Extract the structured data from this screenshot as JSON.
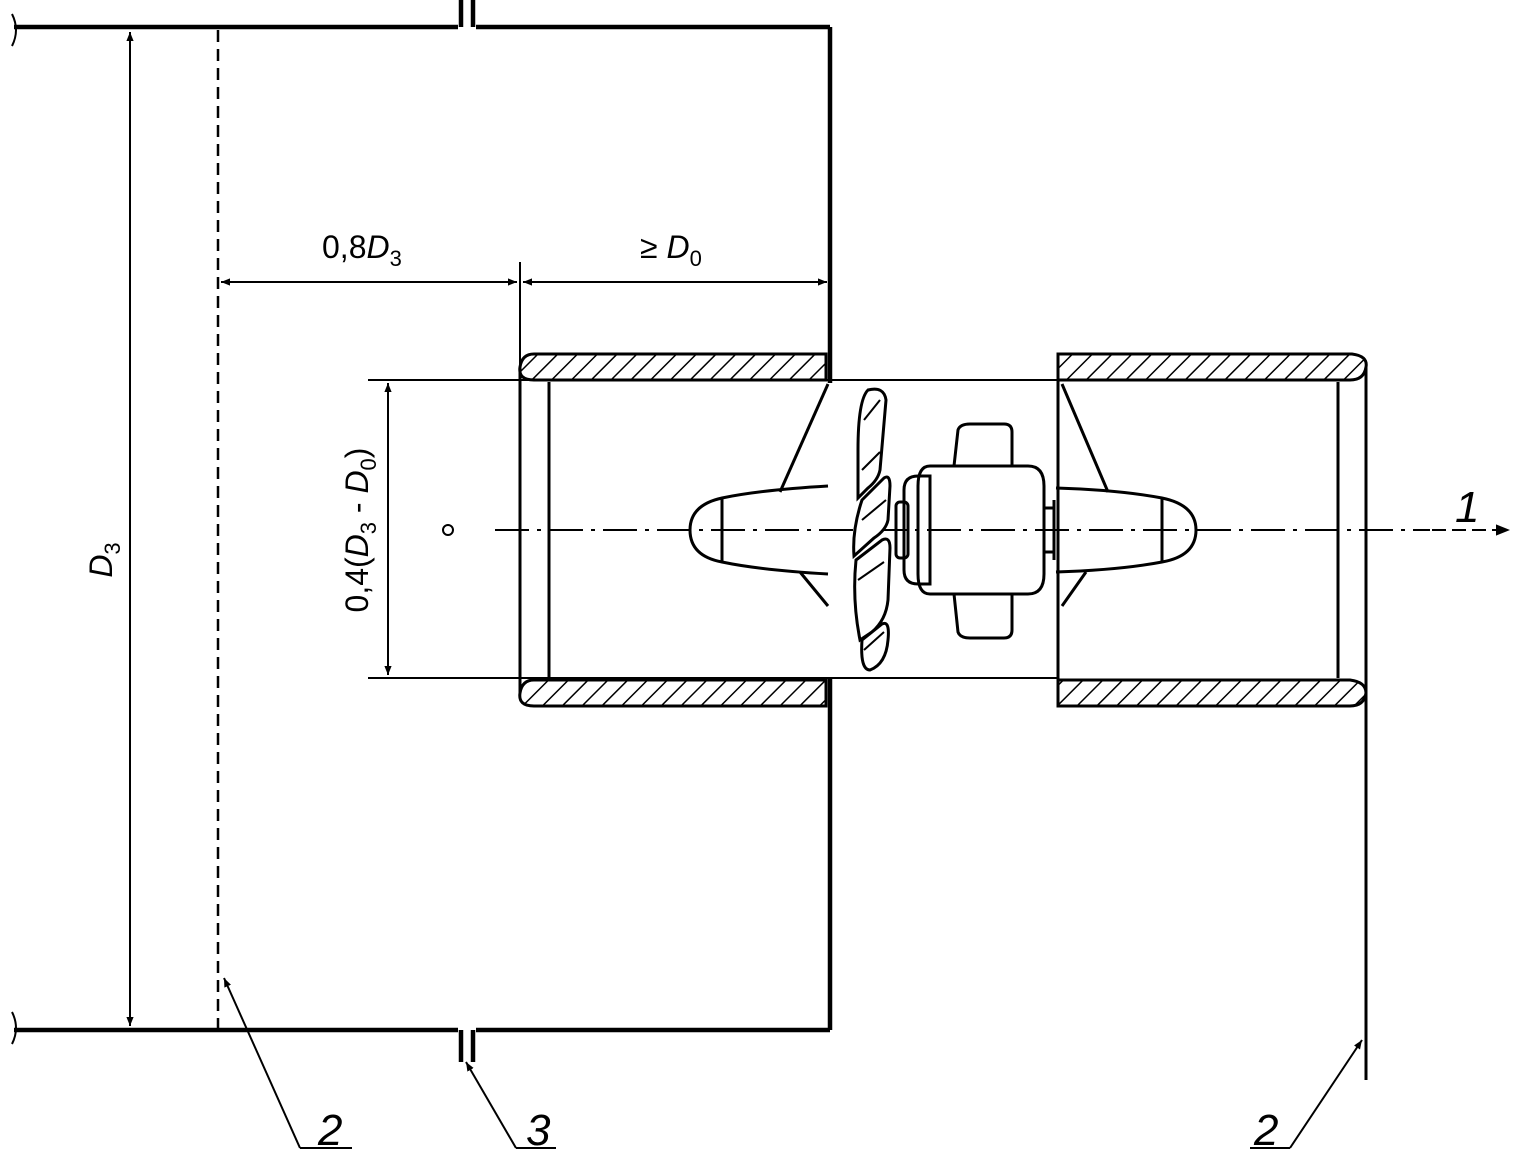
{
  "dimensions": {
    "d3": {
      "main": "D",
      "sub": "3"
    },
    "offset_08d3": {
      "prefix": "0,8",
      "main": "D",
      "sub": "3"
    },
    "min_d0": {
      "prefix": "≥ ",
      "main": "D",
      "sub": "0"
    },
    "span_04": {
      "prefix": "0,4(",
      "main1": "D",
      "sub1": "3",
      "mid": " - ",
      "main2": "D",
      "sub2": "0",
      "suffix": ")"
    }
  },
  "callouts": {
    "flow": "1",
    "screen_left": "2",
    "flange": "3",
    "screen_right": "2"
  }
}
